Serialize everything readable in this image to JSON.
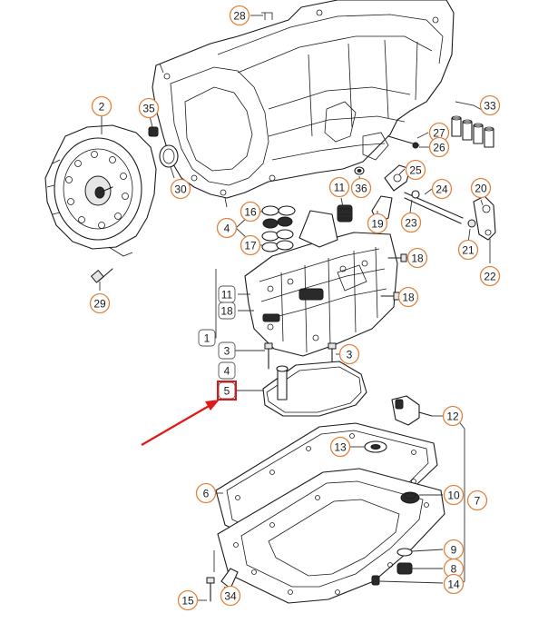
{
  "diagram": {
    "callouts": [
      {
        "num": "28"
      },
      {
        "num": "2"
      },
      {
        "num": "35"
      },
      {
        "num": "30"
      },
      {
        "num": "33"
      },
      {
        "num": "27"
      },
      {
        "num": "26"
      },
      {
        "num": "25"
      },
      {
        "num": "11"
      },
      {
        "num": "36"
      },
      {
        "num": "24"
      },
      {
        "num": "20"
      },
      {
        "num": "16"
      },
      {
        "num": "4"
      },
      {
        "num": "17"
      },
      {
        "num": "19"
      },
      {
        "num": "23"
      },
      {
        "num": "21"
      },
      {
        "num": "18"
      },
      {
        "num": "22"
      },
      {
        "num": "29"
      },
      {
        "num": "11"
      },
      {
        "num": "18"
      },
      {
        "num": "18"
      },
      {
        "num": "1"
      },
      {
        "num": "3"
      },
      {
        "num": "3"
      },
      {
        "num": "4"
      },
      {
        "num": "5"
      },
      {
        "num": "12"
      },
      {
        "num": "13"
      },
      {
        "num": "6"
      },
      {
        "num": "10"
      },
      {
        "num": "7"
      },
      {
        "num": "9"
      },
      {
        "num": "8"
      },
      {
        "num": "14"
      },
      {
        "num": "15"
      },
      {
        "num": "34"
      }
    ],
    "highlighted_callout": "5",
    "colors": {
      "callout_ring": "#e0823c",
      "highlight": "#d81818",
      "arrow": "#e01818",
      "line": "#1a1a1a"
    }
  }
}
